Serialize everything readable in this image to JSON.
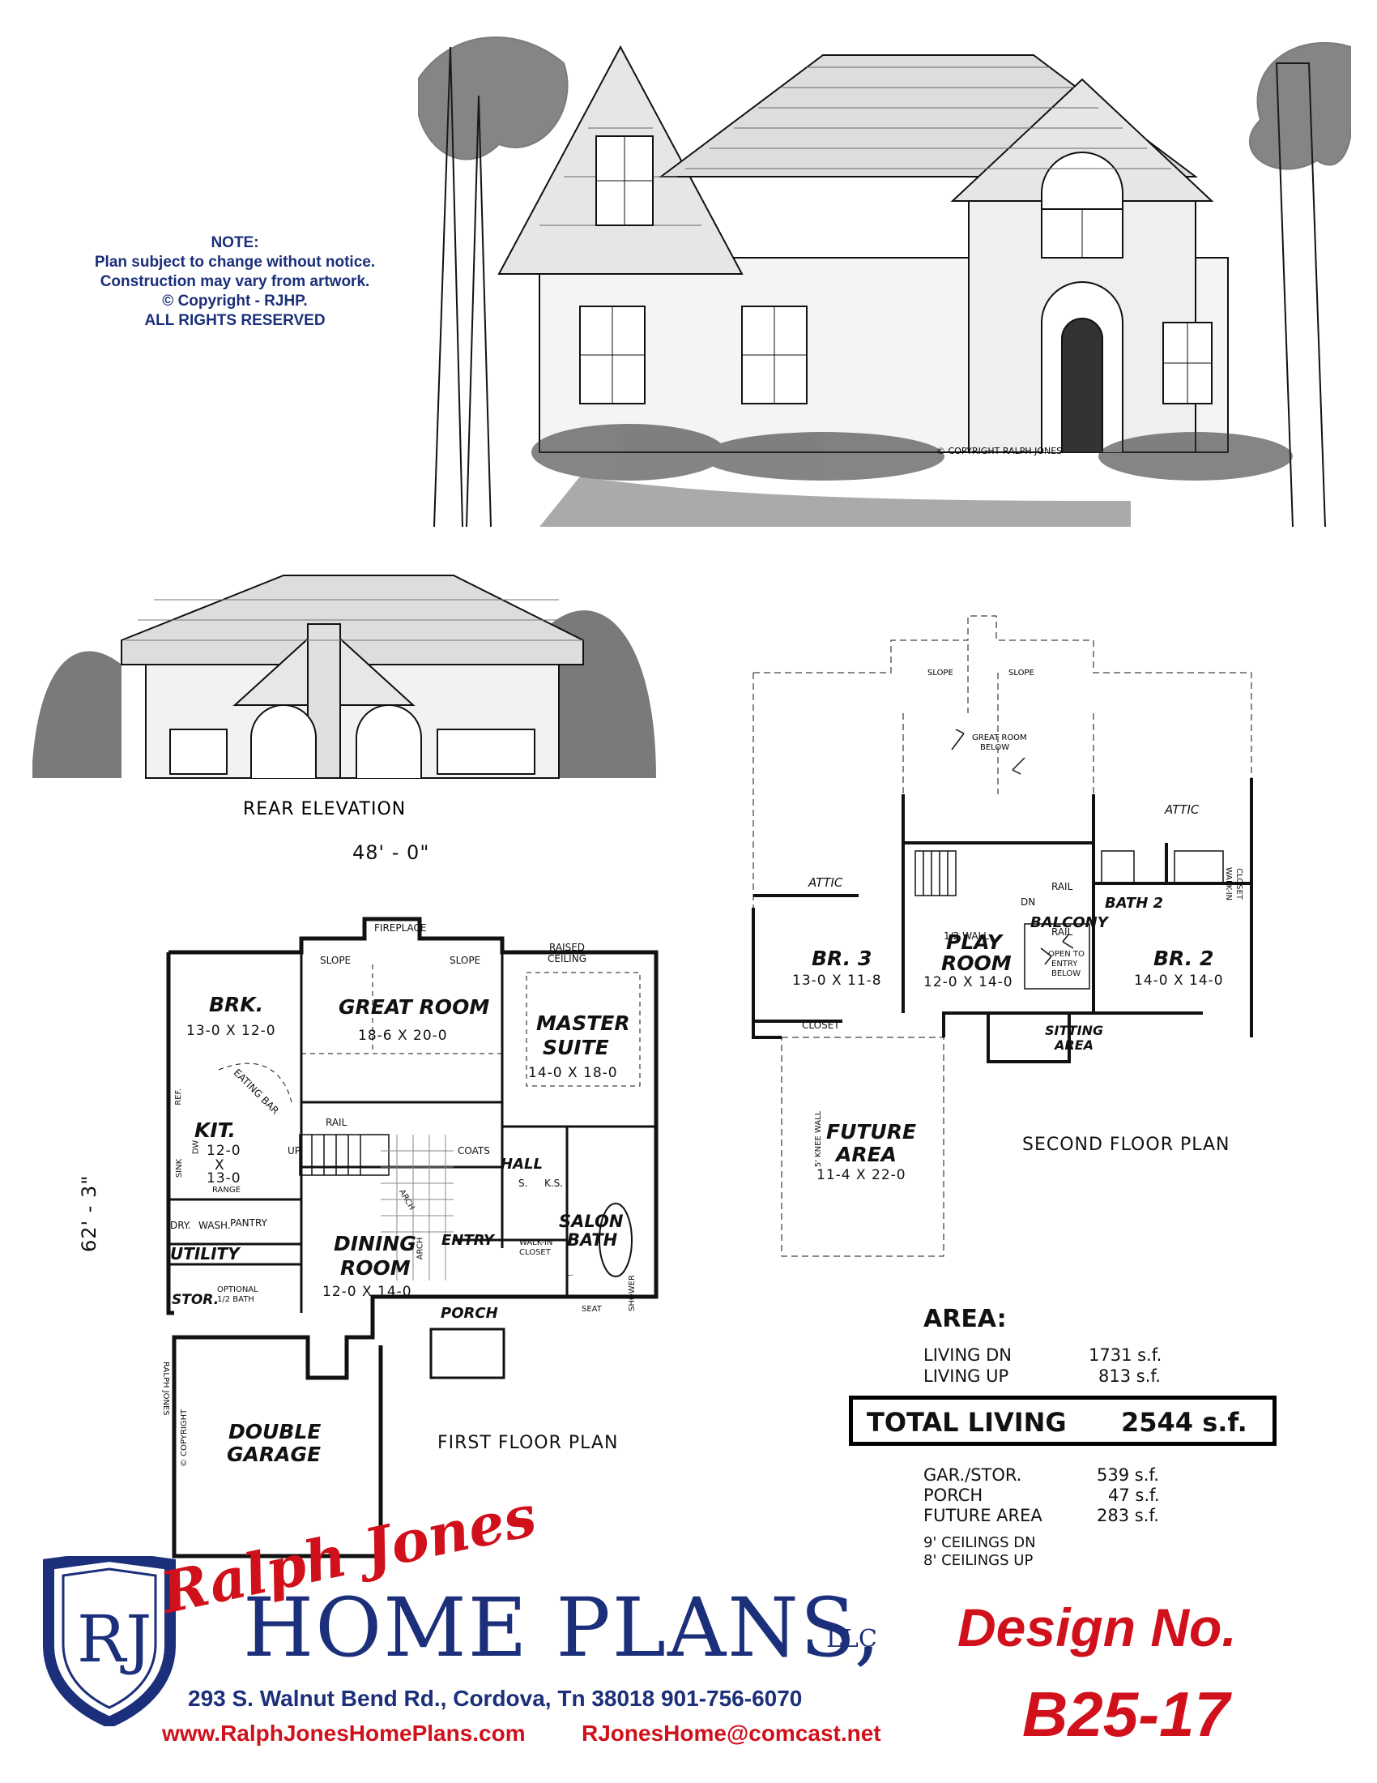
{
  "note": {
    "title": "NOTE:",
    "line1": "Plan subject to change without notice.",
    "line2": "Construction may vary from artwork.",
    "line3": "©   Copyright - RJHP.",
    "line4": "ALL RIGHTS RESERVED"
  },
  "front_elevation": {
    "copyright": "© COPYRIGHT RALPH JONES"
  },
  "rear_elevation": {
    "caption": "REAR ELEVATION"
  },
  "first_floor": {
    "caption": "FIRST FLOOR PLAN",
    "width_dim": "48' - 0\"",
    "depth_dim": "62' - 3\"",
    "rooms": {
      "brk": {
        "name": "BRK.",
        "size": "13-0 X 12-0"
      },
      "great_room": {
        "name": "GREAT ROOM",
        "size": "18-6 X 20-0"
      },
      "master": {
        "name1": "MASTER",
        "name2": "SUITE",
        "size": "14-0 X 18-0"
      },
      "kit": {
        "name": "KIT.",
        "size1": "12-0",
        "size2": "X",
        "size3": "13-0"
      },
      "dining": {
        "name1": "DINING",
        "name2": "ROOM",
        "size": "12-0 X 14-0"
      },
      "utility": {
        "name": "UTILITY"
      },
      "entry": {
        "name": "ENTRY"
      },
      "hall": {
        "name": "HALL"
      },
      "salon": {
        "name1": "SALON",
        "name2": "BATH"
      },
      "porch": {
        "name": "PORCH"
      },
      "stor": {
        "name": "STOR."
      },
      "garage": {
        "name1": "DOUBLE",
        "name2": "GARAGE"
      }
    },
    "small_labels": {
      "fireplace": "FIREPLACE",
      "slope1": "SLOPE",
      "slope2": "SLOPE",
      "raised": "RAISED",
      "ceiling": "CEILING",
      "eating_bar": "EATING BAR",
      "ref": "REF.",
      "dw": "DW",
      "sink": "SINK",
      "range": "RANGE",
      "dry": "DRY.",
      "wash": "WASH.",
      "pantry": "PANTRY",
      "rail": "RAIL",
      "up": "UP",
      "coats": "COATS",
      "arch1": "ARCH",
      "arch2": "ARCH",
      "walkin": "WALK-IN",
      "closet": "CLOSET",
      "s": "S.",
      "ks": "K.S.",
      "l": "L.",
      "seat": "SEAT",
      "shower": "SHOWER",
      "optional": "OPTIONAL",
      "half_bath": "1/2 BATH",
      "ralph": "RALPH JONES",
      "copyright": "© COPYRIGHT"
    }
  },
  "second_floor": {
    "caption": "SECOND FLOOR PLAN",
    "rooms": {
      "attic_left": "ATTIC",
      "attic_right": "ATTIC",
      "br3": {
        "name": "BR. 3",
        "size": "13-0 X 11-8"
      },
      "play": {
        "name1": "PLAY",
        "name2": "ROOM",
        "size": "12-0 X 14-0"
      },
      "br2": {
        "name": "BR. 2",
        "size": "14-0 X 14-0"
      },
      "bath2": "BATH 2",
      "balcony": "BALCONY",
      "sitting": {
        "name1": "SITTING",
        "name2": "AREA"
      },
      "future": {
        "name1": "FUTURE",
        "name2": "AREA",
        "size": "11-4 X 22-0"
      }
    },
    "small_labels": {
      "slope1": "SLOPE",
      "slope2": "SLOPE",
      "great_room": "GREAT ROOM",
      "below": "BELOW",
      "rail1": "RAIL",
      "rail2": "RAIL",
      "dn": "DN",
      "half_wall": "1/2 WALL",
      "open1": "OPEN TO",
      "open2": "ENTRY",
      "open3": "BELOW",
      "walkin": "WALK-IN",
      "closet2": "CLOSET",
      "closet": "CLOSET",
      "knee_wall": "5' KNEE WALL"
    }
  },
  "area": {
    "title": "AREA:",
    "living_dn": {
      "label": "LIVING DN",
      "value": "1731 s.f."
    },
    "living_up": {
      "label": "LIVING UP",
      "value": "813 s.f."
    },
    "total": {
      "label": "TOTAL LIVING",
      "value": "2544 s.f."
    },
    "gar": {
      "label": "GAR./STOR.",
      "value": "539 s.f."
    },
    "porch": {
      "label": "PORCH",
      "value": "47 s.f."
    },
    "future": {
      "label": "FUTURE AREA",
      "value": "283 s.f."
    },
    "ceil_dn": "9' CEILINGS DN",
    "ceil_up": "8' CEILINGS UP"
  },
  "brand": {
    "monogram": "RJ",
    "signature": "Ralph Jones",
    "name": "HOME PLANS,",
    "llc": "LLC",
    "address": "293 S. Walnut Bend Rd., Cordova, Tn 38018  901-756-6070",
    "website": "www.RalphJonesHomePlans.com",
    "email": "RJonesHome@comcast.net"
  },
  "design": {
    "label": "Design No.",
    "number": "B25-17"
  },
  "colors": {
    "brand_blue": "#1b2f7a",
    "brand_red": "#d0101a"
  }
}
